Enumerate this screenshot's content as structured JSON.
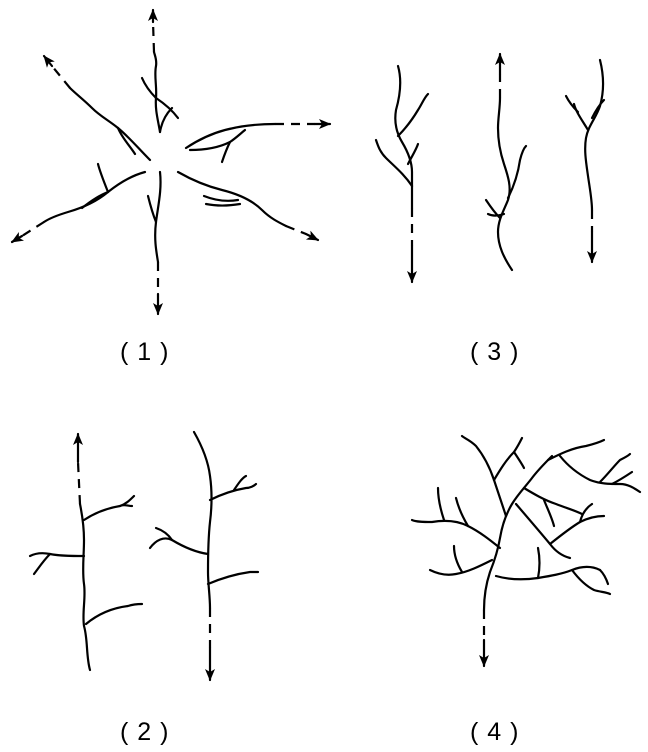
{
  "labels": {
    "p1": "(1)",
    "p2": "(2)",
    "p3": "(3)",
    "p4": "(4)"
  }
}
